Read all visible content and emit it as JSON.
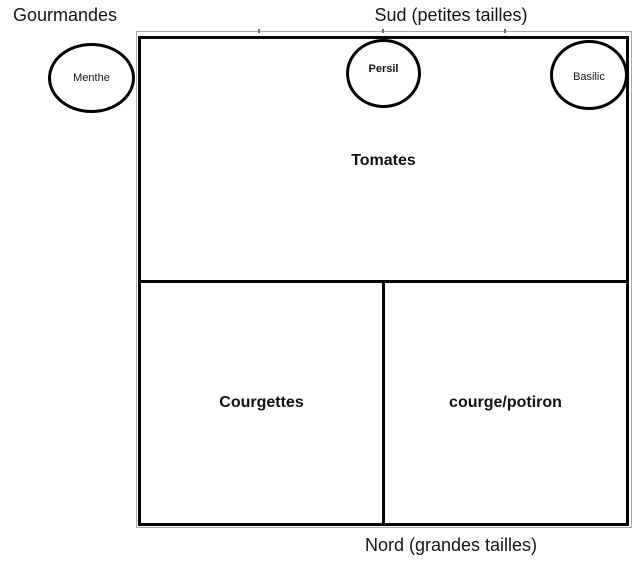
{
  "orientation_labels": {
    "gourmandes": "Gourmandes",
    "sud": "Sud (petites tailles)",
    "nord": "Nord (grandes tailles)"
  },
  "beds": {
    "tomates": "Tomates",
    "courgettes": "Courgettes",
    "courge_potiron": "courge/potiron"
  },
  "pots": {
    "menthe": "Menthe",
    "persil": "Persil",
    "basilic": "Basilic"
  },
  "colors": {
    "line": "#000000",
    "guide_line": "#a9a9a9",
    "background": "#ffffff",
    "text": "#141414"
  }
}
